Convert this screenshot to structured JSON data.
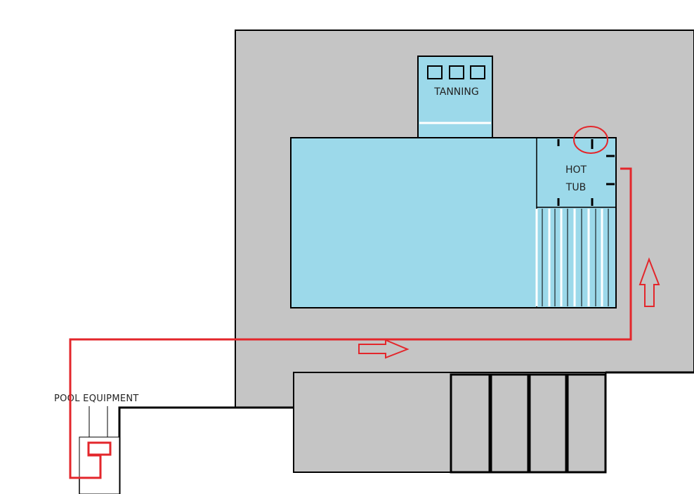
{
  "labels": {
    "tanning": "TANNING",
    "hot_tub_line1": "HOT",
    "hot_tub_line2": "TUB",
    "pool_equipment": "POOL EQUIPMENT"
  },
  "colors": {
    "deck": "#c5c5c5",
    "water": "#9cd9ea",
    "outline": "#000000",
    "pipe": "#e3262b",
    "stripe": "#ffffff"
  },
  "icons": {
    "flow_right": "arrow-right-icon",
    "flow_up": "arrow-up-icon",
    "highlight": "circle-highlight-icon"
  }
}
